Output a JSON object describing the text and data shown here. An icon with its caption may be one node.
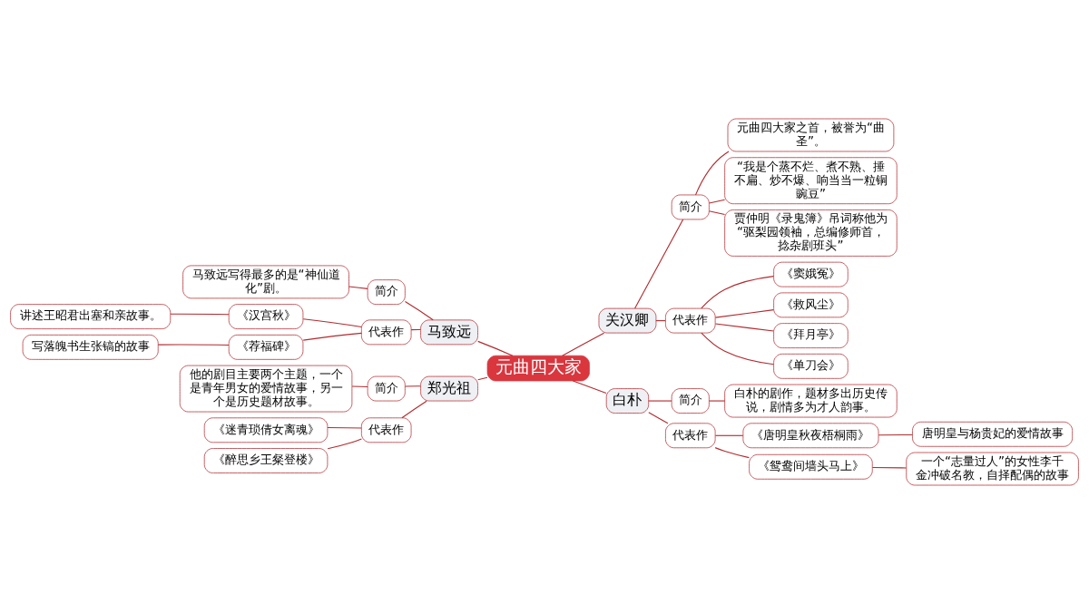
{
  "diagram": {
    "nodes": [
      {
        "text": [
          "元曲四大家"
        ]
      },
      {
        "text": [
          "马致远"
        ]
      },
      {
        "text": [
          "简介"
        ]
      },
      {
        "text": [
          "马致远写得最多的是“神仙道化”剧。"
        ]
      },
      {
        "text": [
          "代表作"
        ]
      },
      {
        "text": [
          "《汉宫秋》"
        ]
      },
      {
        "text": [
          "讲述王昭君出塞和亲故事。"
        ]
      },
      {
        "text": [
          "《荐福碑》"
        ]
      },
      {
        "text": [
          "写落魄书生张镐的故事"
        ]
      },
      {
        "text": [
          "郑光祖"
        ]
      },
      {
        "text": [
          "简介"
        ]
      },
      {
        "text": [
          "他的剧目主要两个主题，一个是青年男女的爱情故事，另一个是历史题材故事。"
        ]
      },
      {
        "text": [
          "代表作"
        ]
      },
      {
        "text": [
          "《迷青琐倩女离魂》"
        ]
      },
      {
        "text": [
          "《醉思乡王粲登楼》"
        ]
      },
      {
        "text": [
          "关汉卿"
        ]
      },
      {
        "text": [
          "简介"
        ]
      },
      {
        "text": [
          "元曲四大家之首，被誉为“曲圣”。"
        ]
      },
      {
        "text": [
          "“我是个蒸不烂、煮不熟、捶不扁、炒不爆、响当当一粒铜豌豆”"
        ]
      },
      {
        "text": [
          "贾仲明《录鬼簿》吊词称他为“驱梨园领袖，总编修师首，捻杂剧班头”"
        ]
      },
      {
        "text": [
          "代表作"
        ]
      },
      {
        "text": [
          "《窦娥冤》"
        ]
      },
      {
        "text": [
          "《救风尘》"
        ]
      },
      {
        "text": [
          "《拜月亭》"
        ]
      },
      {
        "text": [
          "《单刀会》"
        ]
      },
      {
        "text": [
          "白朴"
        ]
      },
      {
        "text": [
          "简介"
        ]
      },
      {
        "text": [
          "白朴的剧作，题材多出历史传说，剧情多为才人韵事。"
        ]
      },
      {
        "text": [
          "代表作"
        ]
      },
      {
        "text": [
          "《唐明皇秋夜梧桐雨》"
        ]
      },
      {
        "text": [
          "唐明皇与杨贵妃的爱情故事"
        ]
      },
      {
        "text": [
          "《鸳鸯间墙头马上》"
        ]
      },
      {
        "text": [
          "一个“志量过人”的女性李千金冲破名教，自择配偶的故事"
        ]
      }
    ],
    "edges": [
      {
        "from": 0,
        "to": 1,
        "arrow": "none"
      },
      {
        "from": 1,
        "to": 2,
        "arrow": "none"
      },
      {
        "from": 2,
        "to": 3,
        "arrow": "none"
      },
      {
        "from": 1,
        "to": 4,
        "arrow": "none"
      },
      {
        "from": 4,
        "to": 5,
        "arrow": "none"
      },
      {
        "from": 5,
        "to": 6,
        "arrow": "none"
      },
      {
        "from": 4,
        "to": 7,
        "arrow": "none"
      },
      {
        "from": 7,
        "to": 8,
        "arrow": "none"
      },
      {
        "from": 0,
        "to": 9,
        "arrow": "none"
      },
      {
        "from": 9,
        "to": 10,
        "arrow": "none"
      },
      {
        "from": 10,
        "to": 11,
        "arrow": "none"
      },
      {
        "from": 9,
        "to": 12,
        "arrow": "none"
      },
      {
        "from": 12,
        "to": 13,
        "arrow": "none"
      },
      {
        "from": 12,
        "to": 14,
        "arrow": "none"
      },
      {
        "from": 0,
        "to": 15,
        "arrow": "none"
      },
      {
        "from": 15,
        "to": 16,
        "arrow": "none"
      },
      {
        "from": 16,
        "to": 17,
        "arrow": "none"
      },
      {
        "from": 16,
        "to": 18,
        "arrow": "none"
      },
      {
        "from": 16,
        "to": 19,
        "arrow": "none"
      },
      {
        "from": 15,
        "to": 20,
        "arrow": "none"
      },
      {
        "from": 20,
        "to": 21,
        "arrow": "none"
      },
      {
        "from": 20,
        "to": 22,
        "arrow": "none"
      },
      {
        "from": 20,
        "to": 23,
        "arrow": "none"
      },
      {
        "from": 20,
        "to": 24,
        "arrow": "none"
      },
      {
        "from": 0,
        "to": 25,
        "arrow": "none"
      },
      {
        "from": 25,
        "to": 26,
        "arrow": "none"
      },
      {
        "from": 26,
        "to": 27,
        "arrow": "none"
      },
      {
        "from": 25,
        "to": 28,
        "arrow": "none"
      },
      {
        "from": 28,
        "to": 29,
        "arrow": "none"
      },
      {
        "from": 29,
        "to": 30,
        "arrow": "none"
      },
      {
        "from": 28,
        "to": 31,
        "arrow": "none"
      },
      {
        "from": 31,
        "to": 32,
        "arrow": "none"
      }
    ]
  }
}
